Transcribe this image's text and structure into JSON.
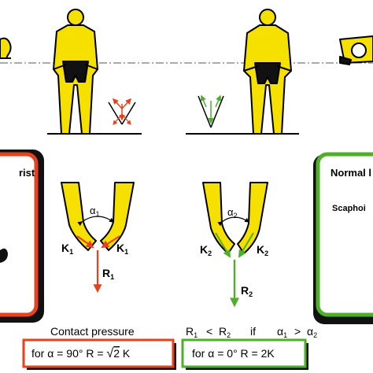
{
  "left_panel": {
    "title_fragment": "rist"
  },
  "right_panel": {
    "title_fragment": "Normal l",
    "subtitle_fragment": "Scaphoi"
  },
  "angles": {
    "alpha1": {
      "base": "α",
      "sub": "1"
    },
    "alpha2": {
      "base": "α",
      "sub": "2"
    }
  },
  "forces": {
    "k1": {
      "base": "K",
      "sub": "1"
    },
    "r1": {
      "base": "R",
      "sub": "1"
    },
    "k2": {
      "base": "K",
      "sub": "2"
    },
    "r2": {
      "base": "R",
      "sub": "2"
    }
  },
  "caption": {
    "label": "Contact pressure",
    "r1": {
      "base": "R",
      "sub": "1"
    },
    "lt": "<",
    "r2": {
      "base": "R",
      "sub": "2"
    },
    "if": "if",
    "a1": {
      "base": "α",
      "sub": "1"
    },
    "gt": ">",
    "a2": {
      "base": "α",
      "sub": "2"
    }
  },
  "formula_left": {
    "prefix": "for  α = 90°  R = ",
    "sqrt": "√",
    "radicand": "2",
    "suffix": "  K"
  },
  "formula_right": {
    "text": "for  α = 0°  R = 2K"
  },
  "colors": {
    "figure_yellow": "#F6E000",
    "red": "#E8411E",
    "green": "#4FAE2A",
    "black": "#000000"
  }
}
